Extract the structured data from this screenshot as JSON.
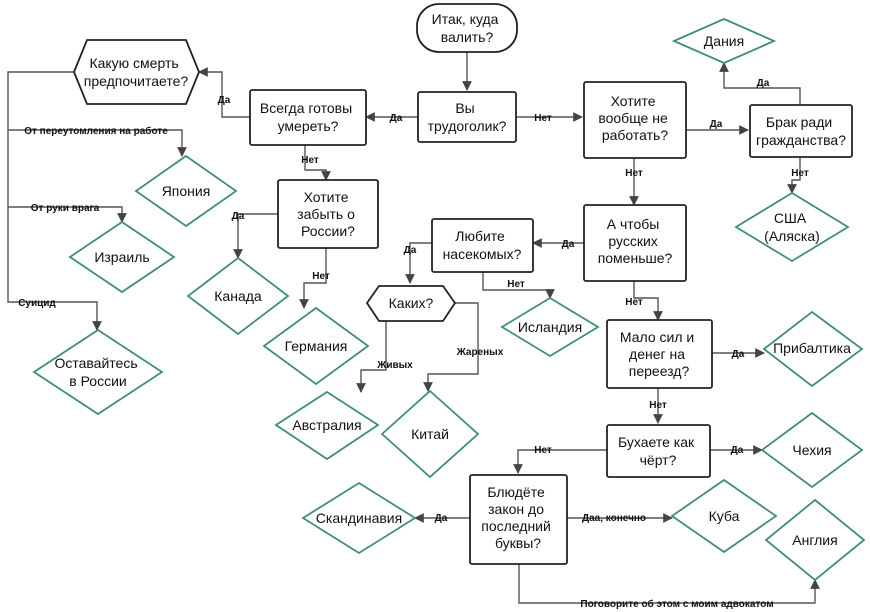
{
  "nodes": {
    "start": [
      "Итак, куда",
      "валить?"
    ],
    "workaholic": [
      "Вы",
      "трудоголик?"
    ],
    "dont_work": [
      "Хотите",
      "вообще не",
      "работать?"
    ],
    "marriage": [
      "Брак ради",
      "гражданства?"
    ],
    "denmark": [
      "Дания"
    ],
    "usa": [
      "США",
      "(Аляска)"
    ],
    "always_ready": [
      "Всегда готовы",
      "умереть?"
    ],
    "death_pref": [
      "Какую смерть",
      "предпочитаете?"
    ],
    "japan": [
      "Япония"
    ],
    "israel": [
      "Израиль"
    ],
    "stay_russia": [
      "Оставайтесь",
      "в России"
    ],
    "forget_russia": [
      "Хотите",
      "забыть о",
      "России?"
    ],
    "canada": [
      "Канада"
    ],
    "germany": [
      "Германия"
    ],
    "insects": [
      "Любите",
      "насекомых?"
    ],
    "which": [
      "Каких?"
    ],
    "australia": [
      "Австралия"
    ],
    "china": [
      "Китай"
    ],
    "iceland": [
      "Исландия"
    ],
    "fewer_russians": [
      "А чтобы",
      "русских",
      "поменьше?"
    ],
    "low_resources": [
      "Мало сил и",
      "денег на",
      "переезд?"
    ],
    "baltics": [
      "Прибалтика"
    ],
    "drink": [
      "Бухаете как",
      "чёрт?"
    ],
    "czech": [
      "Чехия"
    ],
    "law": [
      "Блюдёте",
      "закон до",
      "последний",
      "буквы?"
    ],
    "scandinavia": [
      "Скандинавия"
    ],
    "cuba": [
      "Куба"
    ],
    "england": [
      "Англия"
    ]
  },
  "edge_labels": {
    "yes": "Да",
    "no": "Нет",
    "overwork": "От переутомления на работе",
    "enemy": "От руки врага",
    "suicide": "Суицид",
    "alive": "Живых",
    "fried": "Жареных",
    "yes_of_course": "Даа, конечно",
    "lawyer": "Поговорите об этом с моим адвокатом"
  }
}
